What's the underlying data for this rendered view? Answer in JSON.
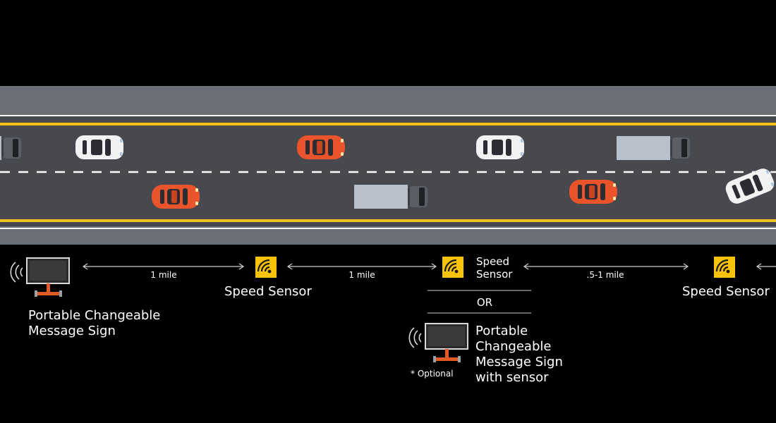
{
  "colors": {
    "background": "#000000",
    "shoulder": "#6a6e77",
    "road": "#47494e",
    "yellow_line": "#f3c21b",
    "white_line": "#ffffff",
    "red_car": "#e9542c",
    "white_car": "#f2f2f2",
    "truck_box": "#b8c0cc",
    "sensor_yellow": "#f9c20b",
    "sign_stand": "#e25a23"
  },
  "labels": {
    "pcms_left": "Portable Changeable\nMessage Sign",
    "distance_1": "1 mile",
    "sensor_1": "Speed Sensor",
    "distance_2": "1 mile",
    "sensor_2": "Speed\nSensor",
    "or": "OR",
    "pcms_right": "Portable\nChangeable\nMessage Sign\nwith sensor",
    "optional": "* Optional",
    "distance_3": ".5-1 mile",
    "sensor_3": "Speed Sensor"
  },
  "icons": {
    "sign": "message-sign-icon",
    "sensor": "wifi-sensor-icon",
    "signal": "signal-waves-icon"
  }
}
